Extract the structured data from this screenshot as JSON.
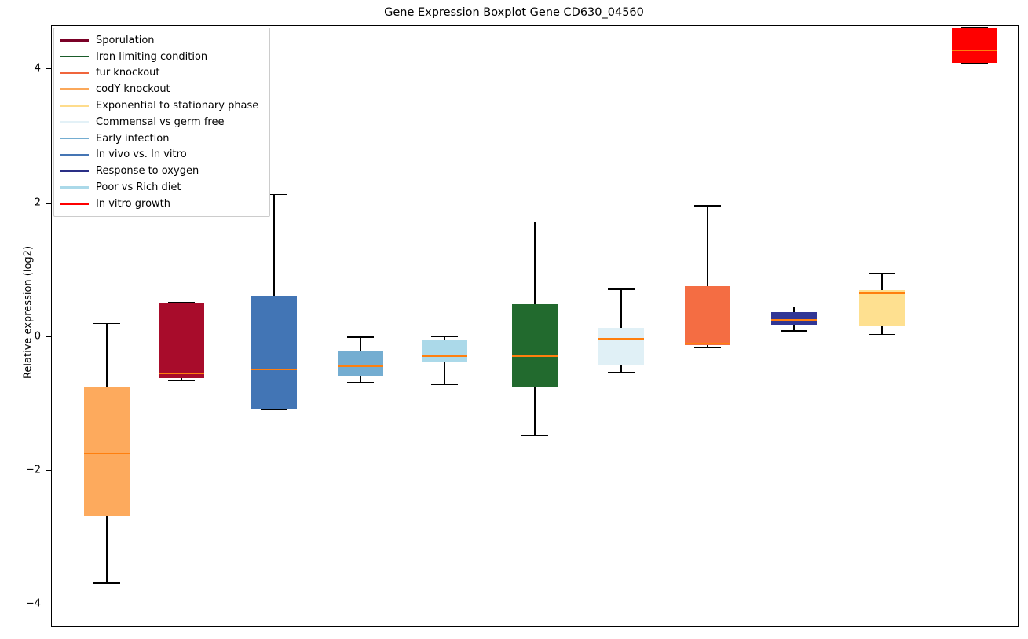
{
  "chart_data": {
    "type": "box",
    "title": "Gene Expression Boxplot Gene CD630_04560",
    "xlabel": "",
    "ylabel": "Relative expression (log2)",
    "ylim": [
      -4.35,
      4.65
    ],
    "yticks": [
      4,
      2,
      0,
      -2,
      -4
    ],
    "ytick_labels": [
      "4",
      "2",
      "0",
      "−2",
      "−4"
    ],
    "grid": false,
    "legend_position": "upper left",
    "median_color": "#ff7f0e",
    "whisker_color": "#000000",
    "boxes": [
      {
        "name": "codY knockout",
        "color": "#fdaa5d",
        "whisker_low": -3.67,
        "q1": -2.67,
        "median": -1.74,
        "q3": -0.75,
        "whisker_high": 0.21
      },
      {
        "name": "Sporulation",
        "color": "#a80c2b",
        "whisker_low": -0.64,
        "q1": -0.61,
        "median": -0.54,
        "q3": 0.51,
        "whisker_high": 0.53
      },
      {
        "name": "In vivo vs. In vitro",
        "color": "#4275b5",
        "whisker_low": -1.08,
        "q1": -1.08,
        "median": -0.48,
        "q3": 0.62,
        "whisker_high": 2.14
      },
      {
        "name": "Early infection",
        "color": "#74add1",
        "whisker_low": -0.67,
        "q1": -0.58,
        "median": -0.44,
        "q3": -0.22,
        "whisker_high": 0.01
      },
      {
        "name": "Poor vs Rich diet",
        "color": "#abd9e9",
        "whisker_low": -0.7,
        "q1": -0.37,
        "median": -0.29,
        "q3": -0.05,
        "whisker_high": 0.02
      },
      {
        "name": "Iron limiting condition",
        "color": "#226a2e",
        "whisker_low": -1.46,
        "q1": -0.76,
        "median": -0.28,
        "q3": 0.49,
        "whisker_high": 1.73
      },
      {
        "name": "Commensal vs germ free",
        "color": "#e0f0f6",
        "whisker_low": -0.52,
        "q1": -0.42,
        "median": -0.03,
        "q3": 0.14,
        "whisker_high": 0.72
      },
      {
        "name": "fur knockout",
        "color": "#f46d43",
        "whisker_low": -0.15,
        "q1": -0.12,
        "median": -0.1,
        "q3": 0.76,
        "whisker_high": 1.97
      },
      {
        "name": "Response to oxygen",
        "color": "#313695",
        "whisker_low": 0.1,
        "q1": 0.19,
        "median": 0.26,
        "q3": 0.37,
        "whisker_high": 0.46
      },
      {
        "name": "Exponential to stationary phase",
        "color": "#fee090",
        "whisker_low": 0.05,
        "q1": 0.16,
        "median": 0.66,
        "q3": 0.7,
        "whisker_high": 0.96
      },
      {
        "name": "In vitro growth",
        "color": "#fe0000",
        "whisker_low": 4.1,
        "q1": 4.1,
        "median": 4.29,
        "q3": 4.63,
        "whisker_high": 4.64
      }
    ]
  },
  "legend": {
    "items": [
      {
        "label": "Sporulation",
        "color": "#7a0026"
      },
      {
        "label": "Iron limiting condition",
        "color": "#1a5c2a"
      },
      {
        "label": "fur knockout",
        "color": "#f0653c"
      },
      {
        "label": "codY knockout",
        "color": "#fba85a"
      },
      {
        "label": "Exponential to stationary phase",
        "color": "#fedc8c"
      },
      {
        "label": "Commensal vs germ free",
        "color": "#e3f1f7"
      },
      {
        "label": "Early infection",
        "color": "#74add1"
      },
      {
        "label": "In vivo vs. In vitro",
        "color": "#4575b4"
      },
      {
        "label": "Response to oxygen",
        "color": "#2a2f86"
      },
      {
        "label": "Poor vs Rich diet",
        "color": "#abd9e9"
      },
      {
        "label": "In vitro growth",
        "color": "#fe0000"
      }
    ]
  }
}
